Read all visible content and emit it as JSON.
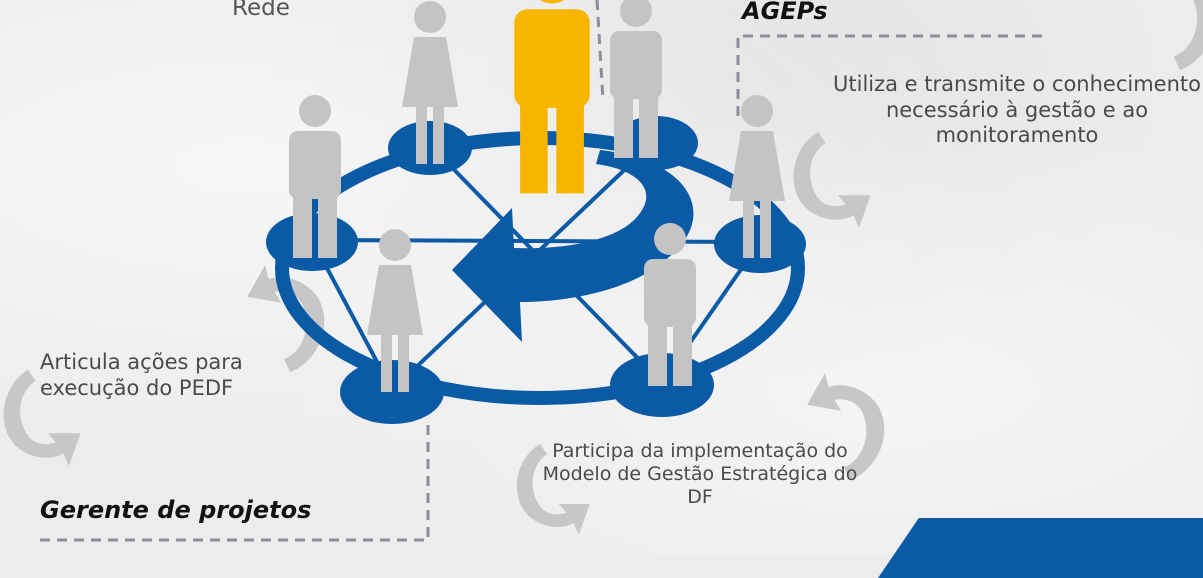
{
  "top_left_partial_label": "Rede",
  "agep": {
    "heading": "AGEPs",
    "description": "Utiliza e transmite o conhecimento necessário à gestão e ao monitoramento"
  },
  "gerente": {
    "heading": "Gerente de projetos",
    "description": "Articula ações para execução do PEDF"
  },
  "modelo": {
    "description": "Participa da implementação do Modelo de Gestão Estratégica do DF"
  },
  "colors": {
    "network_blue": "#0b5aa6",
    "person_gray": "#c4c4c4",
    "highlight_person": "#f7b500",
    "arrow_gray": "#c7c7c7",
    "dashed_line": "#8a8f9a"
  }
}
